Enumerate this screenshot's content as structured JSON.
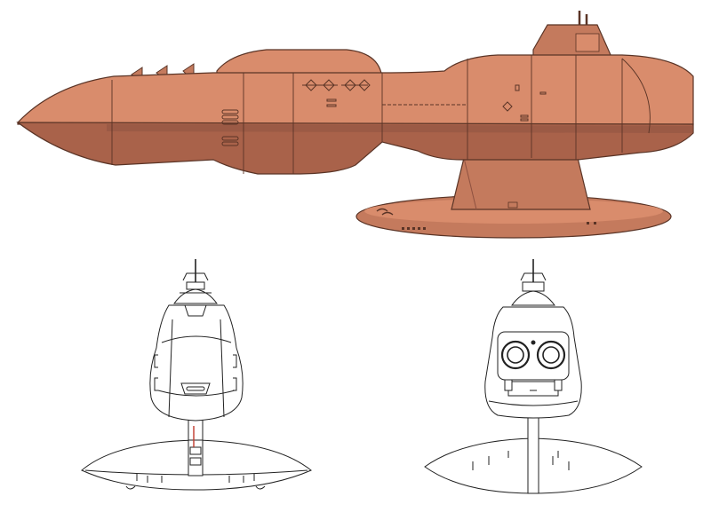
{
  "colors": {
    "hull_light": "#d98c6c",
    "hull_mid": "#c47a5d",
    "hull_shadow": "#a9624a",
    "hull_dark": "#8e5140",
    "line": "#5a3426",
    "ink": "#222222",
    "paper": "#ffffff"
  },
  "views": [
    {
      "id": "side-view"
    },
    {
      "id": "front-view"
    },
    {
      "id": "rear-view"
    }
  ]
}
